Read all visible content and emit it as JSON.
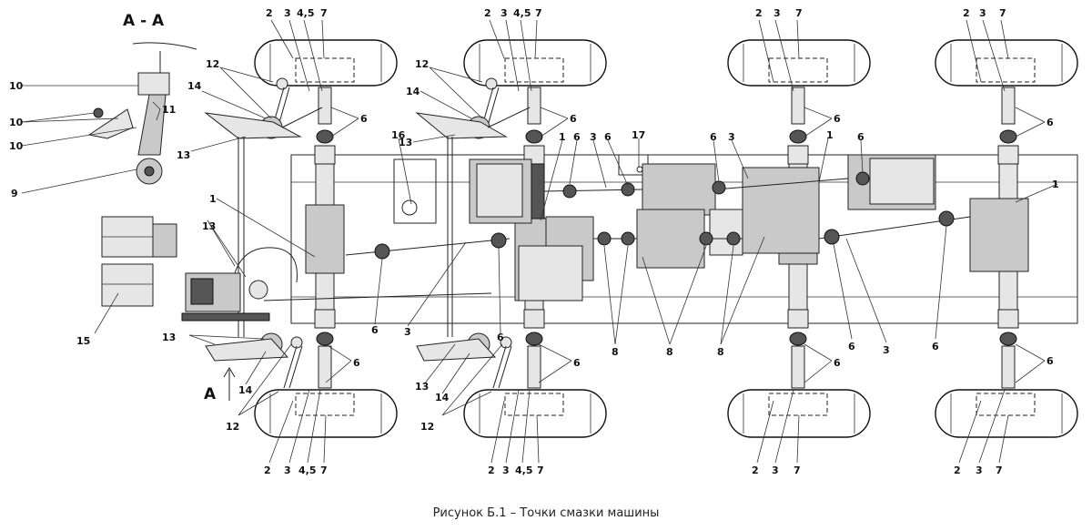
{
  "caption": "Рисунок Б.1 – Точки смазки машины",
  "section_label": "А - А",
  "view_arrow_label": "А",
  "labels": {
    "n1": "1",
    "n2": "2",
    "n3": "3",
    "n45": "4,5",
    "n6": "6",
    "n7": "7",
    "n8": "8",
    "n9": "9",
    "n10": "10",
    "n11": "11",
    "n12": "12",
    "n13": "13",
    "n14": "14",
    "n15": "15",
    "n16": "16",
    "n17": "17"
  }
}
